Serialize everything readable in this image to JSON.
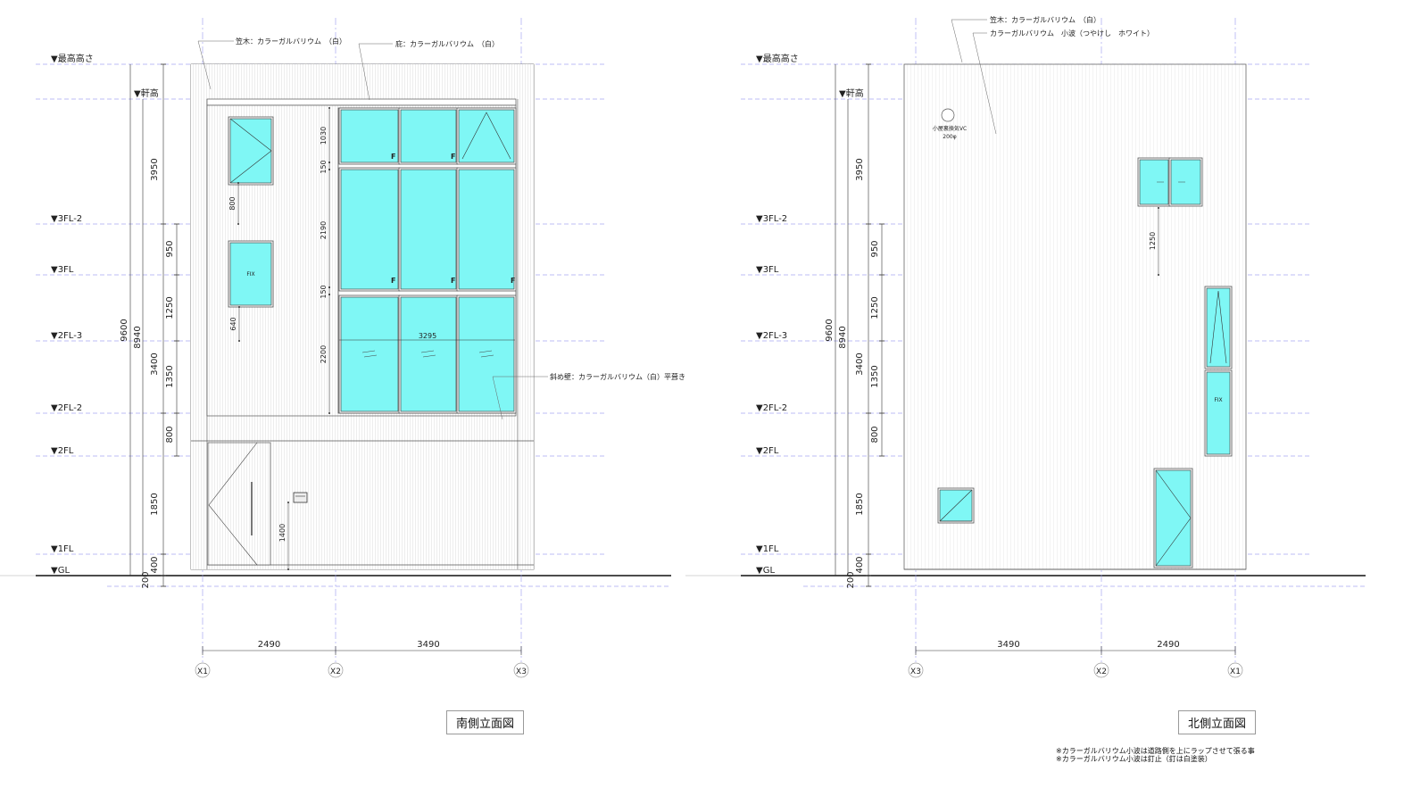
{
  "levels": [
    {
      "id": "max",
      "label": "▼最高高さ"
    },
    {
      "id": "eave",
      "label": "▼軒高"
    },
    {
      "id": "3fl2",
      "label": "▼3FL-2"
    },
    {
      "id": "3fl",
      "label": "▼3FL"
    },
    {
      "id": "2fl3",
      "label": "▼2FL-3"
    },
    {
      "id": "2fl2",
      "label": "▼2FL-2"
    },
    {
      "id": "2fl",
      "label": "▼2FL"
    },
    {
      "id": "1fl",
      "label": "▼1FL"
    },
    {
      "id": "gl",
      "label": "▼GL"
    }
  ],
  "total_dims": {
    "overall": "9600",
    "main": "8940"
  },
  "chain_outer": [
    "3950",
    "3400",
    "1850",
    "400",
    "200"
  ],
  "chain_inner": [
    "950",
    "1250",
    "1350",
    "800"
  ],
  "south": {
    "title": "南側立面図",
    "notes": {
      "kasagi": "笠木：カラーガルバリウム　（白）",
      "hisashi": "庇：カラーガルバリウム　（白）",
      "slope_wall": "斜め壁：カラーガルバリウム（白）平葺き"
    },
    "window_dims": {
      "w1": "800",
      "w2": "640",
      "door": "1400",
      "cw_top": "1030",
      "cw_mid": "2190",
      "cw_bot": "2200",
      "gap1": "150",
      "gap2": "150",
      "cw_width": "3295"
    },
    "fix_label": "FIX",
    "f_label": "F",
    "grid": [
      "X1",
      "X2",
      "X3"
    ],
    "spans": [
      "2490",
      "3490"
    ]
  },
  "north": {
    "title": "北側立面図",
    "notes": {
      "kasagi": "笠木：カラーガルバリウム　（白）",
      "cladding": "カラーガルバリウム　小波（つやけし　ホワイト）"
    },
    "vent_label": "小屋裏換気VC",
    "vent_size": "200φ",
    "window_dim": "1250",
    "fix_label": "FIX",
    "grid": [
      "X3",
      "X2",
      "X1"
    ],
    "spans": [
      "3490",
      "2490"
    ]
  },
  "footnotes": [
    "※カラーガルバリウム小波は道路側を上にラップさせて張る事",
    "※カラーガルバリウム小波は釘止（釘は白塗装）"
  ]
}
